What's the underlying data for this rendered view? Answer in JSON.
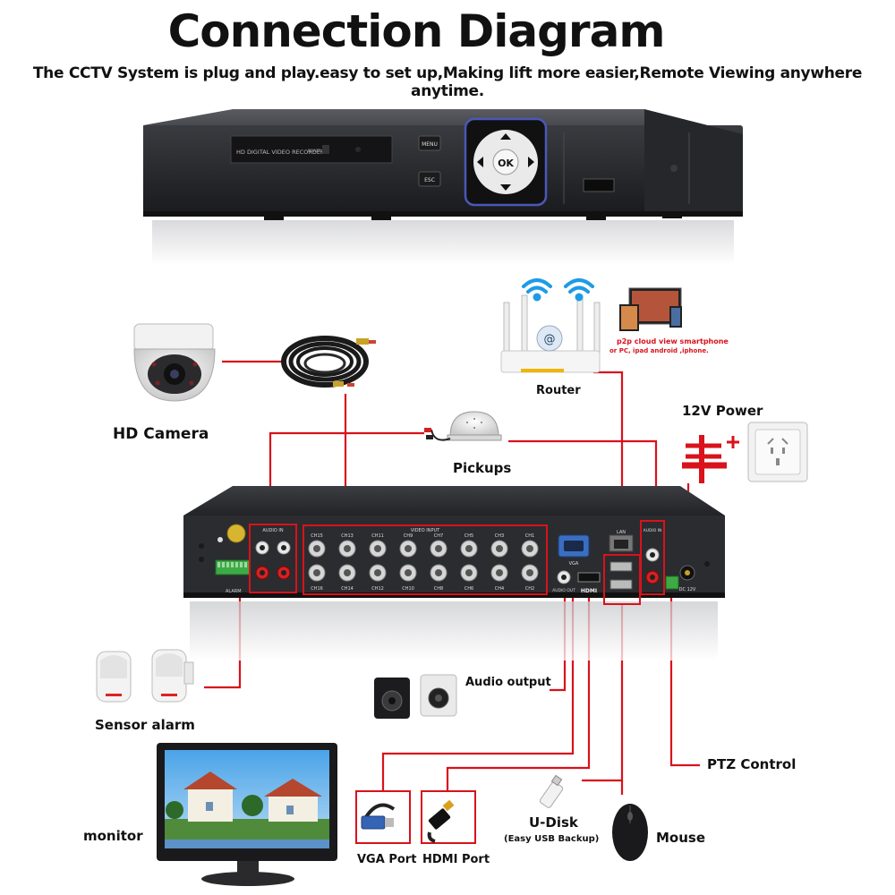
{
  "header": {
    "title": "Connection Diagram",
    "subtitle": "The CCTV System is plug and play.easy to set up,Making lift more easier,Remote Viewing anywhere anytime."
  },
  "front_panel": {
    "display_text": "HD DIGITAL VIDEO RECORDER",
    "power_text": "POWER",
    "menu_label": "MENU",
    "esc_label": "ESC",
    "ok_label": "OK"
  },
  "labels": {
    "hd_camera": "HD Camera",
    "pickups": "Pickups",
    "router": "Router",
    "power_12v": "12V Power",
    "sensor_alarm": "Sensor alarm",
    "audio_output": "Audio output",
    "ptz_control": "PTZ Control",
    "monitor": "monitor",
    "vga_port": "VGA Port",
    "hdmi_port": "HDMI Port",
    "u_disk": "U-Disk",
    "u_disk_note": "(Easy USB Backup)",
    "mouse": "Mouse",
    "p2p_line1": "p2p cloud  view smartphone",
    "p2p_line2": "or PC, ipad android ,iphone."
  },
  "back_panel": {
    "audio_in_left": "AUDIO IN",
    "video_input": "VIDEO INPUT",
    "audio_in_right": "AUDIO IN",
    "vga_text": "VGA",
    "lan_text": "LAN",
    "hdmi_text": "HDMI",
    "audio_out_text": "AUDIO OUT",
    "alarm_text": "ALARM",
    "dc_text": "DC 12V",
    "top_channels": [
      "CH15",
      "CH13",
      "CH11",
      "CH9",
      "CH7",
      "CH5",
      "CH3",
      "CH1"
    ],
    "bottom_channels": [
      "CH16",
      "CH14",
      "CH12",
      "CH10",
      "CH8",
      "CH6",
      "CH4",
      "CH2"
    ]
  },
  "colors": {
    "wire": "#d9121b",
    "dvr_body": "#2b2c30",
    "wifi": "#1e9be6"
  }
}
